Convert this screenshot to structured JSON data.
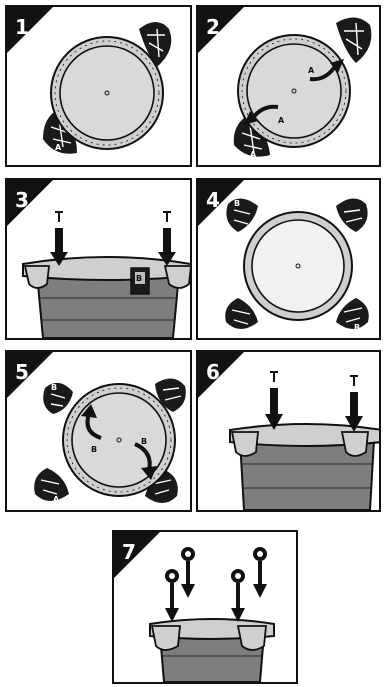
{
  "steps": [
    {
      "number": "1",
      "labels": [
        "A"
      ]
    },
    {
      "number": "2",
      "labels": [
        "A",
        "A",
        "A"
      ]
    },
    {
      "number": "3",
      "labels": [
        "B"
      ]
    },
    {
      "number": "4",
      "labels": [
        "B",
        "B"
      ]
    },
    {
      "number": "5",
      "labels": [
        "B",
        "B",
        "B",
        "A"
      ]
    },
    {
      "number": "6",
      "labels": []
    },
    {
      "number": "7",
      "labels": []
    }
  ],
  "colors": {
    "outline": "#111111",
    "lid_fill": "#d4d4d4",
    "body_fill": "#7e7e7e",
    "clip_fill": "#1a1a1a"
  }
}
